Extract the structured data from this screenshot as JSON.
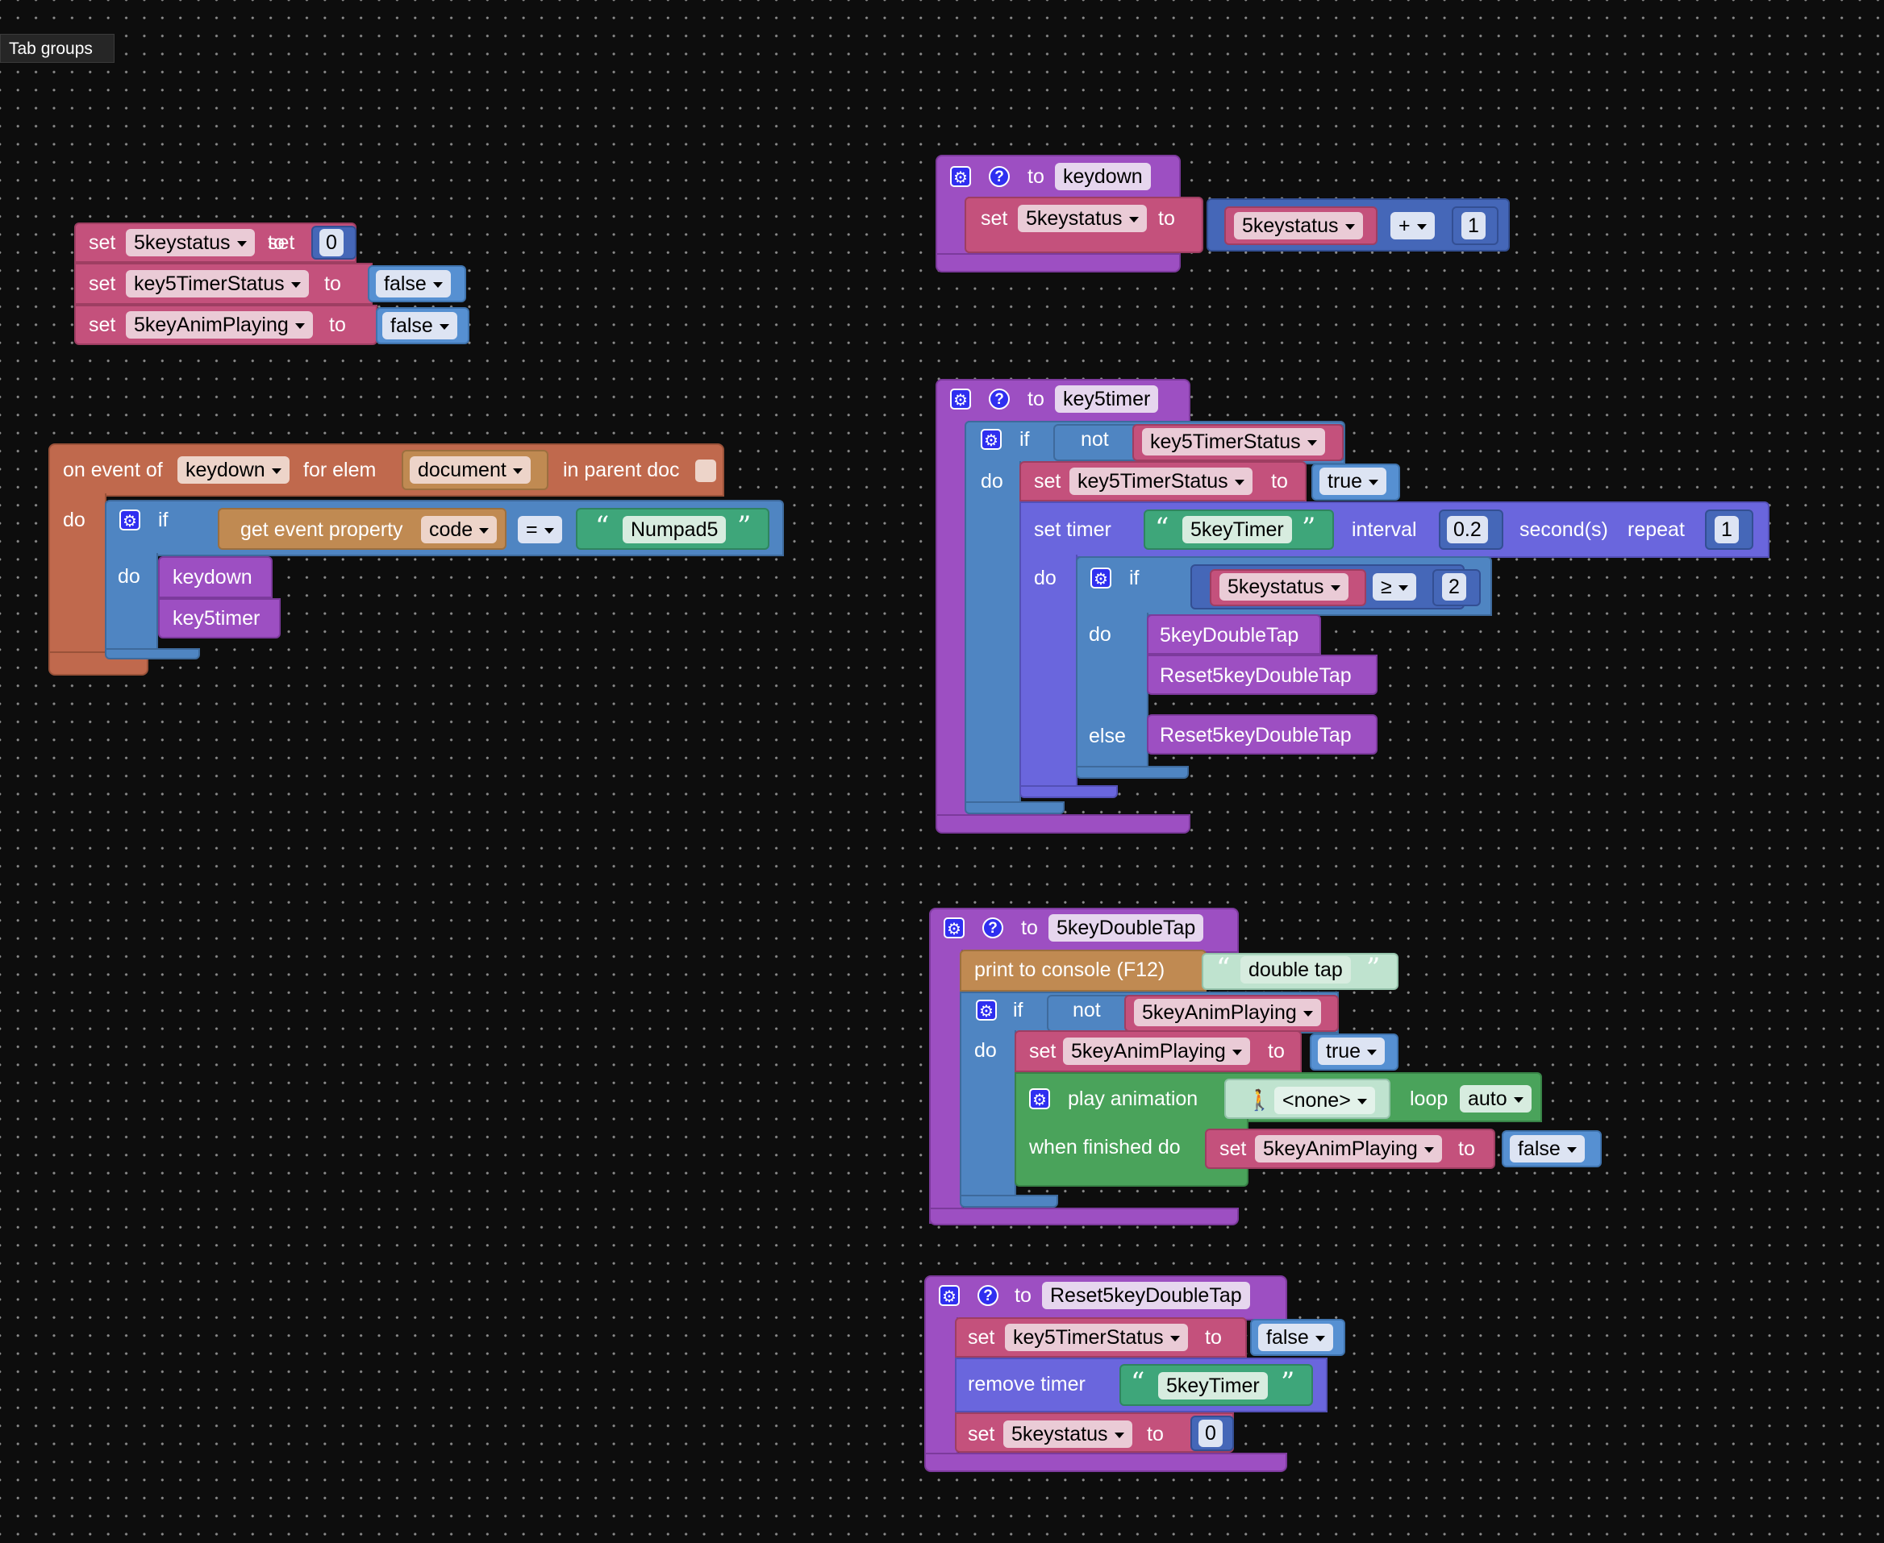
{
  "tab_groups_label": "Tab groups",
  "icons": {
    "gear": "⚙",
    "help": "?",
    "walk": "🚶"
  },
  "init": {
    "set": "set",
    "to": "to",
    "var1": "5keystatus",
    "val1": "0",
    "var2": "key5TimerStatus",
    "val2": "false",
    "var3": "5keyAnimPlaying",
    "val3": "false"
  },
  "event": {
    "on_event_of": "on event of",
    "event": "keydown",
    "for_elem": "for elem",
    "elem": "document",
    "in_parent_doc": "in parent doc",
    "do": "do",
    "if": "if",
    "get_event_property": "get event property",
    "property": "code",
    "op": "=",
    "string": "Numpad5",
    "call1": "keydown",
    "call2": "key5timer"
  },
  "keydown_fn": {
    "to": "to",
    "name": "keydown",
    "set": "set",
    "var": "5keystatus",
    "to2": "to",
    "var2": "5keystatus",
    "op": "+",
    "val": "1"
  },
  "key5timer_fn": {
    "to": "to",
    "name": "key5timer",
    "if": "if",
    "not": "not",
    "cond_var": "key5TimerStatus",
    "do": "do",
    "set": "set",
    "set_var": "key5TimerStatus",
    "to2": "to",
    "set_val": "true",
    "set_timer": "set timer",
    "timer_name": "5keyTimer",
    "interval": "interval",
    "interval_val": "0.2",
    "seconds": "second(s)",
    "repeat": "repeat",
    "repeat_val": "1",
    "do2": "do",
    "if2": "if",
    "var_cmp": "5keystatus",
    "cmp_op": "≥",
    "cmp_val": "2",
    "do3": "do",
    "call1": "5keyDoubleTap",
    "call2": "Reset5keyDoubleTap",
    "else": "else",
    "call3": "Reset5keyDoubleTap"
  },
  "doubletap_fn": {
    "to": "to",
    "name": "5keyDoubleTap",
    "print": "print to console (F12)",
    "print_val": "double tap",
    "if": "if",
    "not": "not",
    "cond_var": "5keyAnimPlaying",
    "do": "do",
    "set": "set",
    "set_var": "5keyAnimPlaying",
    "to2": "to",
    "set_val": "true",
    "play_animation": "play animation",
    "anim": "<none>",
    "loop": "loop",
    "loop_val": "auto",
    "when_finished": "when finished do",
    "set2": "set",
    "set2_var": "5keyAnimPlaying",
    "to3": "to",
    "set2_val": "false"
  },
  "reset_fn": {
    "to": "to",
    "name": "Reset5keyDoubleTap",
    "set": "set",
    "var1": "key5TimerStatus",
    "to2": "to",
    "val1": "false",
    "remove_timer": "remove timer",
    "timer_name": "5keyTimer",
    "set2": "set",
    "var2": "5keystatus",
    "to3": "to",
    "val2": "0"
  }
}
